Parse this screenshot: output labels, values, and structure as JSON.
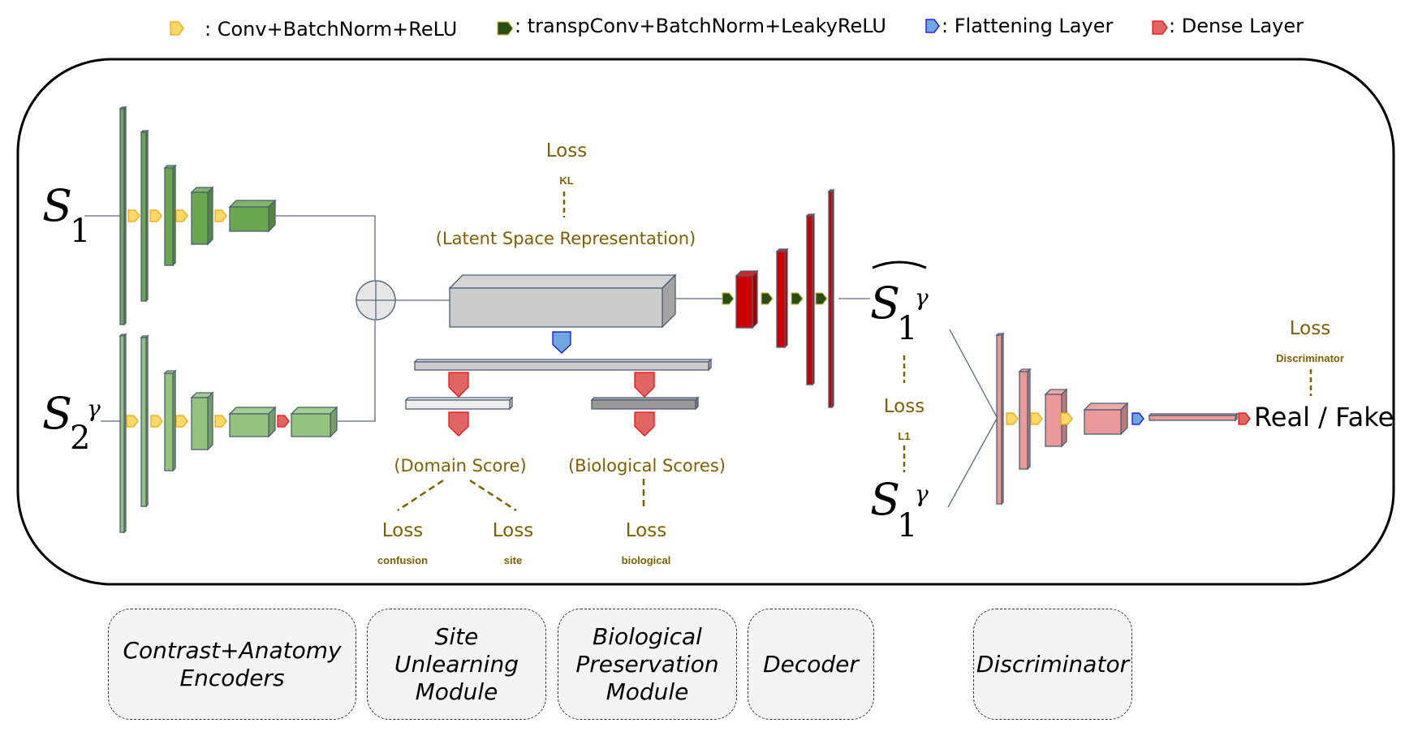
{
  "legend": [
    {
      "icon": "conv-block-icon",
      "color": "#ffd966",
      "stroke": "#f0a30a",
      "label": ": Conv+BatchNorm+ReLU"
    },
    {
      "icon": "transp-conv-block-icon",
      "color": "#274e13",
      "stroke": "#d6b656",
      "label": ": transpConv+BatchNorm+LeakyReLU"
    },
    {
      "icon": "flatten-layer-icon",
      "color": "#6fa8dc",
      "stroke": "#0000ff",
      "label": ": Flattening Layer"
    },
    {
      "icon": "dense-layer-icon",
      "color": "#e06666",
      "stroke": "#ff0000",
      "label": ": Dense Layer"
    }
  ],
  "inputs": {
    "s1": {
      "base": "S",
      "sub": "1",
      "sup": ""
    },
    "s2": {
      "base": "S",
      "sub": "2",
      "sup": "γ"
    }
  },
  "outputs": {
    "reconstructed": {
      "base": "S",
      "sub": "1",
      "sup": "γ",
      "hat": true
    },
    "target": {
      "base": "S",
      "sub": "1",
      "sup": "γ"
    },
    "real_fake": "Real / Fake"
  },
  "latent": {
    "label": "(Latent Space Representation)"
  },
  "scores": {
    "domain": "(Domain Score)",
    "biological": "(Biological Scores)"
  },
  "losses": {
    "kl": {
      "main": "Loss",
      "sub": "KL"
    },
    "l1": {
      "main": "Loss",
      "sub": "L1"
    },
    "discriminator": {
      "main": "Loss",
      "sub": "Discriminator"
    },
    "confusion": {
      "main": "Loss",
      "sub": "confusion"
    },
    "site": {
      "main": "Loss",
      "sub": "site"
    },
    "biological": {
      "main": "Loss",
      "sub": "biological"
    }
  },
  "colors": {
    "encoder1": "#6aa84f",
    "encoder2": "#93c47d",
    "latent": "#cccccc",
    "decoder": "#cc0000",
    "discriminator": "#ea9999",
    "loss_text": "#7f6000"
  },
  "modules": [
    {
      "id": "encoders",
      "label": "Contrast+Anatomy\nEncoders"
    },
    {
      "id": "site-unlearning",
      "label": "Site\nUnlearning\nModule"
    },
    {
      "id": "bio-preservation",
      "label": "Biological\nPreservation\nModule"
    },
    {
      "id": "decoder",
      "label": "Decoder"
    },
    {
      "id": "discriminator",
      "label": "Discriminator"
    }
  ]
}
